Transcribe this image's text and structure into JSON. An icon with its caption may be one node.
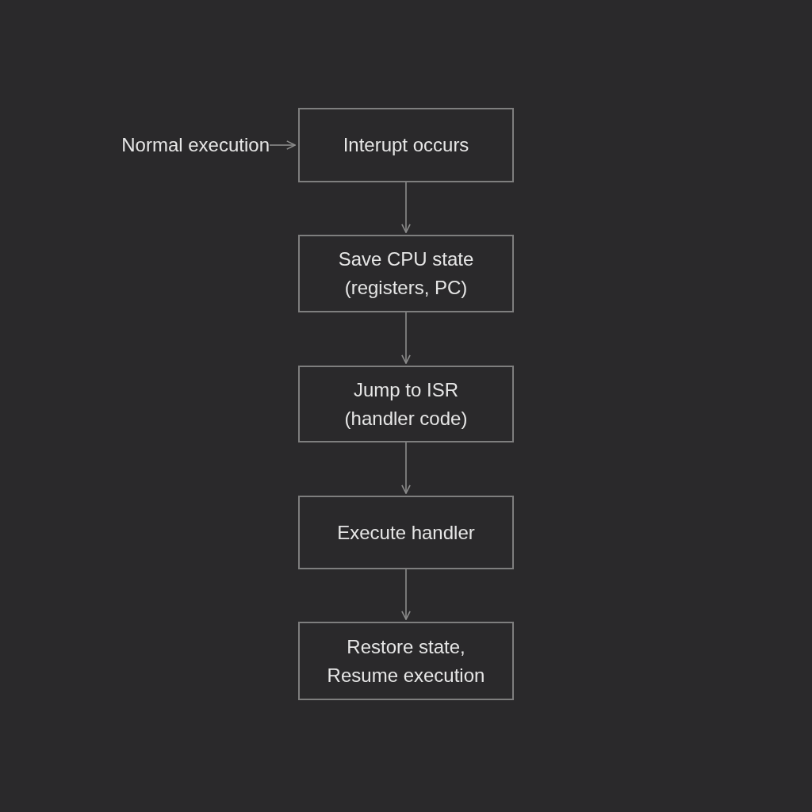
{
  "diagram": {
    "nodes": [
      {
        "text": [
          "Normal execution"
        ]
      },
      {
        "text": [
          "Interupt occurs"
        ]
      },
      {
        "text": [
          "Save CPU state (registers, PC)"
        ]
      },
      {
        "text": [
          "Jump to ISR (handler code)"
        ]
      },
      {
        "text": [
          "Execute handler"
        ]
      },
      {
        "text": [
          "Restore state, Resume execution"
        ]
      }
    ],
    "edges": [
      {
        "from": 0,
        "to": 1,
        "arrow": "to"
      },
      {
        "from": 1,
        "to": 2,
        "arrow": "to"
      },
      {
        "from": 2,
        "to": 3,
        "arrow": "to"
      },
      {
        "from": 3,
        "to": 4,
        "arrow": "to"
      },
      {
        "from": 4,
        "to": 5,
        "arrow": "to"
      }
    ]
  }
}
